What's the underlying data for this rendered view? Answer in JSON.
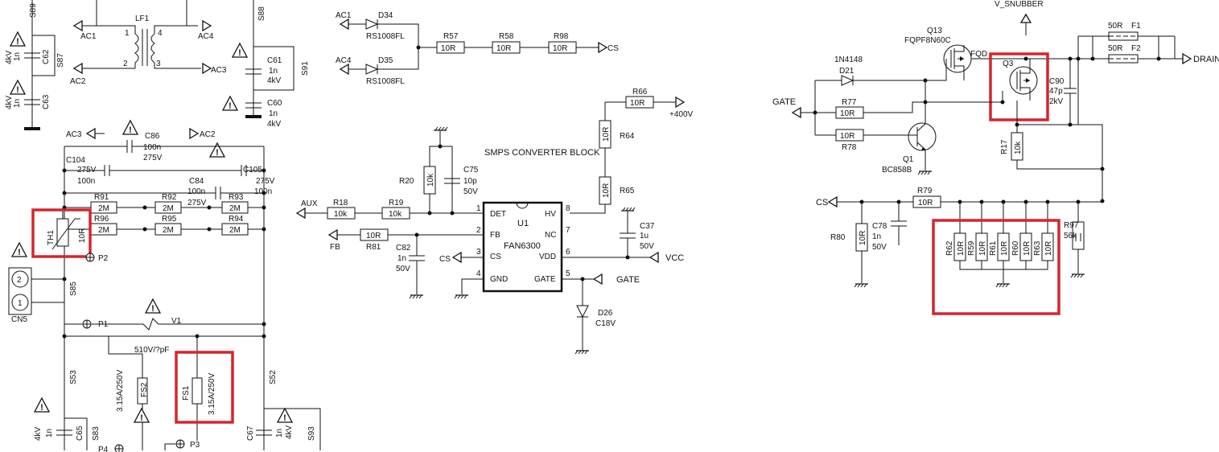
{
  "block_title": "SMPS CONVERTER BLOCK",
  "colors": {
    "wire": "#111111",
    "highlight": "#d4262d",
    "background": "#ffffff"
  },
  "resistors": [
    {
      "ref": "R57",
      "value": "10R"
    },
    {
      "ref": "R58",
      "value": "10R"
    },
    {
      "ref": "R98",
      "value": "10R"
    },
    {
      "ref": "R66",
      "value": "10R"
    },
    {
      "ref": "R64",
      "value": "10R"
    },
    {
      "ref": "R65",
      "value": "10R"
    },
    {
      "ref": "R20",
      "value": "10k"
    },
    {
      "ref": "R18",
      "value": "10k"
    },
    {
      "ref": "R19",
      "value": "10k"
    },
    {
      "ref": "R81",
      "value": "10R"
    },
    {
      "ref": "R91",
      "value": "2M"
    },
    {
      "ref": "R92",
      "value": "2M"
    },
    {
      "ref": "R93",
      "value": "2M"
    },
    {
      "ref": "R96",
      "value": "2M"
    },
    {
      "ref": "R95",
      "value": "2M"
    },
    {
      "ref": "R94",
      "value": "2M"
    },
    {
      "ref": "R77",
      "value": "10R"
    },
    {
      "ref": "R78",
      "value": "10R"
    },
    {
      "ref": "R17",
      "value": "10k"
    },
    {
      "ref": "R79",
      "value": "10R"
    },
    {
      "ref": "R80",
      "value": "10R"
    },
    {
      "ref": "R97",
      "value": "56k"
    },
    {
      "ref": "R63",
      "value": "10R"
    },
    {
      "ref": "R62",
      "value": "10R"
    },
    {
      "ref": "R59",
      "value": "10R"
    },
    {
      "ref": "R61",
      "value": "10R"
    },
    {
      "ref": "R60",
      "value": "10R"
    },
    {
      "ref": "F1",
      "value": "50R"
    },
    {
      "ref": "F2",
      "value": "50R"
    }
  ],
  "capacitors": [
    {
      "ref": "C62",
      "value": "1n",
      "voltage": "4kV"
    },
    {
      "ref": "C63",
      "value": "1n",
      "voltage": "4kV"
    },
    {
      "ref": "C61",
      "value": "1n",
      "voltage": "4kV"
    },
    {
      "ref": "C60",
      "value": "1n",
      "voltage": "4kV"
    },
    {
      "ref": "C86",
      "value": "100n",
      "voltage": "275V"
    },
    {
      "ref": "C104",
      "value": "100n",
      "voltage": "275V"
    },
    {
      "ref": "C84",
      "value": "100n",
      "voltage": "275V"
    },
    {
      "ref": "C105",
      "value": "100n",
      "voltage": "275V"
    },
    {
      "ref": "C75",
      "value": "10p",
      "voltage": "50V"
    },
    {
      "ref": "C82",
      "value": "1n",
      "voltage": "50V"
    },
    {
      "ref": "C37",
      "value": "1u",
      "voltage": "50V"
    },
    {
      "ref": "C90",
      "value": "47p",
      "voltage": "2kV"
    },
    {
      "ref": "C78",
      "value": "1n",
      "voltage": "50V"
    },
    {
      "ref": "C65",
      "value": "1n",
      "voltage": "4kV"
    },
    {
      "ref": "C67",
      "value": "1n",
      "voltage": "4kV"
    }
  ],
  "diodes": [
    {
      "ref": "D34",
      "part": "RS1008FL"
    },
    {
      "ref": "D35",
      "part": "RS1008FL"
    },
    {
      "ref": "D21",
      "part": "1N4148"
    },
    {
      "ref": "D26",
      "part": "C18V"
    }
  ],
  "transistors": [
    {
      "ref": "Q13",
      "part": "FQPF8N60C"
    },
    {
      "ref": "Q3",
      "part": "FQD"
    },
    {
      "ref": "Q1",
      "part": "BC858B"
    }
  ],
  "ic": {
    "ref": "U1",
    "part": "FAN6300",
    "pins": [
      {
        "num": "1",
        "name": "DET"
      },
      {
        "num": "2",
        "name": "FB"
      },
      {
        "num": "3",
        "name": "CS"
      },
      {
        "num": "4",
        "name": "GND"
      },
      {
        "num": "8",
        "name": "HV"
      },
      {
        "num": "7",
        "name": "NC"
      },
      {
        "num": "6",
        "name": "VDD"
      },
      {
        "num": "5",
        "name": "GATE"
      }
    ]
  },
  "misc": {
    "LF1": "LF1",
    "TH1": "TH1",
    "TH1_val": "10R",
    "V1": "V1",
    "V1_val": "510V/?pF",
    "FS1": "FS1",
    "FS1_val": "3.15A/250V",
    "FS2": "FS2",
    "FS2_val": "3.15A/250V",
    "CN5": "CN5",
    "cn_pin1": "1",
    "cn_pin2": "2",
    "P1": "P1",
    "P2": "P2",
    "P3": "P3",
    "P4": "P4",
    "lf_pins": [
      "1",
      "2",
      "3",
      "4"
    ],
    "spark": [
      "S89",
      "S88",
      "S87",
      "S91",
      "S85",
      "S53",
      "S83",
      "S52",
      "S93"
    ]
  },
  "nets": {
    "AC1": "AC1",
    "AC2": "AC2",
    "AC3": "AC3",
    "AC4": "AC4",
    "CS": "CS",
    "AUX": "AUX",
    "FB": "FB",
    "VCC": "VCC",
    "GATE": "GATE",
    "P400": "+400V",
    "DRAIN": "DRAIN",
    "V_SNUBBER": "V_SNUBBER"
  },
  "warning_symbol": "!"
}
